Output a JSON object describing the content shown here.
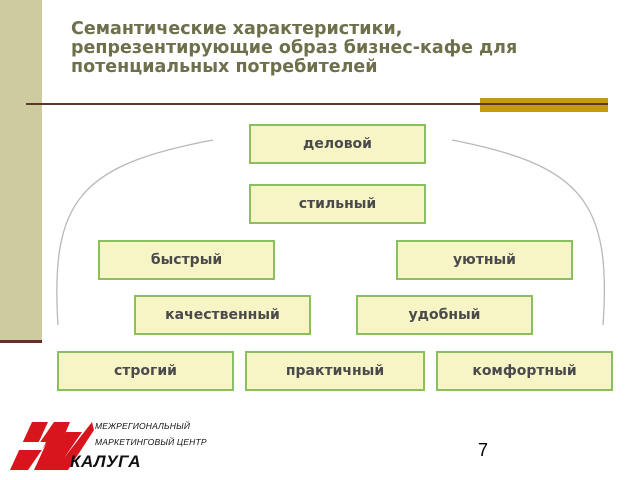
{
  "slide": {
    "title_lines": [
      "Семантические характеристики,",
      "репрезентирующие образ бизнес-кафе для",
      "потенциальных потребителей"
    ],
    "page_number": "7"
  },
  "diagram": {
    "boxes": [
      {
        "label": "деловой"
      },
      {
        "label": "стильный"
      },
      {
        "label": "быстрый"
      },
      {
        "label": "уютный"
      },
      {
        "label": "качественный"
      },
      {
        "label": "удобный"
      },
      {
        "label": "строгий"
      },
      {
        "label": "практичный"
      },
      {
        "label": "комфортный"
      }
    ]
  },
  "logo": {
    "line1": "МЕЖРЕГИОНАЛЬНЫЙ",
    "line2": "МАРКЕТИНГОВЫЙ ЦЕНТР",
    "city": "КАЛУГА"
  },
  "colors": {
    "title": "#6e6f4b",
    "box_fill": "#f7f4c6",
    "box_border": "#8bbf5e",
    "accent": "#c49a12",
    "logo_red": "#d8141c"
  }
}
